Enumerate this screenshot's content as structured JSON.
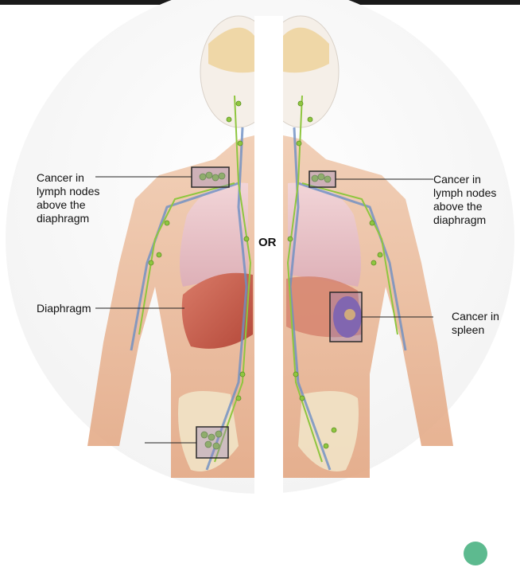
{
  "diagram": {
    "center_label": "OR",
    "labels": {
      "left_nodes": [
        "Cancer in",
        "lymph nodes",
        "above the",
        "diaphragm"
      ],
      "diaphragm": "Diaphragm",
      "right_nodes": [
        "Cancer in",
        "lymph nodes",
        "above the",
        "diaphragm"
      ],
      "spleen": [
        "Cancer in",
        "spleen"
      ]
    },
    "colors": {
      "skin": "#e8b38e",
      "lung": "#e9c4cf",
      "diaphragm": "#c8604e",
      "lymph_node": "#8fc63f",
      "vessel_blue": "#6d8fc4",
      "highlight_box": "#8e7fc0",
      "fab": "#5dba8f"
    }
  },
  "ui": {
    "fab_icon": "circle-action-icon"
  }
}
